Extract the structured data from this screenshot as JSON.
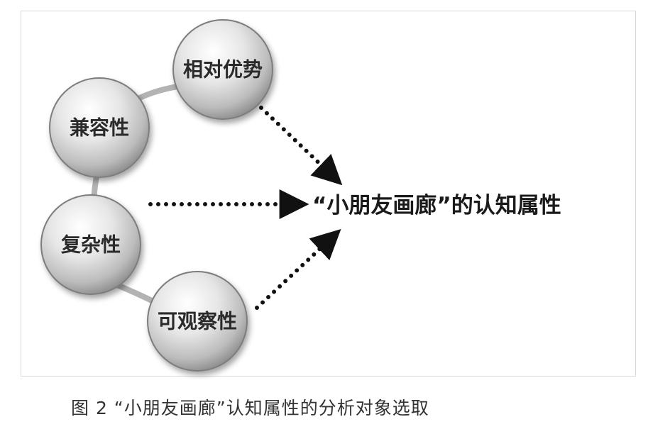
{
  "diagram": {
    "nodes": [
      {
        "id": "relative-advantage",
        "label": "相对优势"
      },
      {
        "id": "compatibility",
        "label": "兼容性"
      },
      {
        "id": "complexity",
        "label": "复杂性"
      },
      {
        "id": "observability",
        "label": "可观察性"
      }
    ],
    "target": {
      "label": "“小朋友画廊”的认知属性"
    },
    "connection_color": "#b3b3b3",
    "arrow_color": "#111111"
  },
  "caption": {
    "text": "图 2 “小朋友画廊”认知属性的分析对象选取"
  }
}
